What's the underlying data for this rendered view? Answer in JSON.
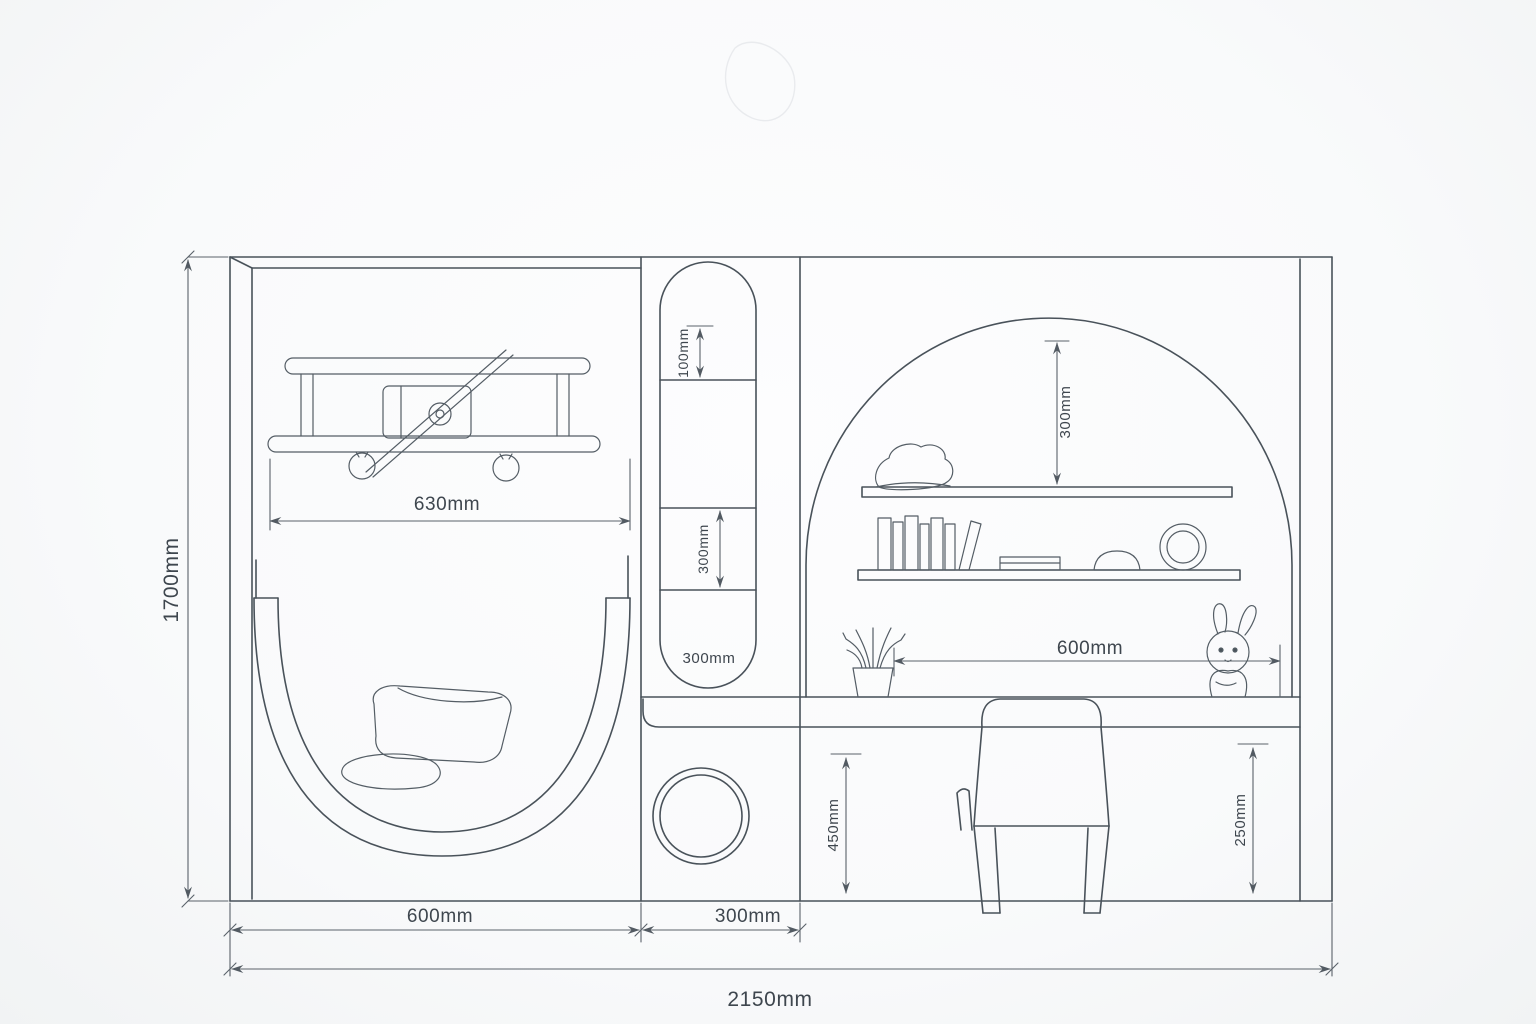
{
  "drawing": {
    "background": "#f8f9fa",
    "line_color": "#49525a",
    "text_color": "#3e464e"
  },
  "labels": {
    "overall_height": "1700mm",
    "nook_inner_width": "630mm",
    "column_gap_top": "100mm",
    "column_shelf_spacing": "300mm",
    "column_inner_width": "300mm",
    "arch_shelf_offset": "300mm",
    "desk_length": "600mm",
    "seat_height": "450mm",
    "desk_height": "250mm",
    "nook_section_width": "600mm",
    "column_section_width": "300mm",
    "overall_width": "2150mm"
  }
}
